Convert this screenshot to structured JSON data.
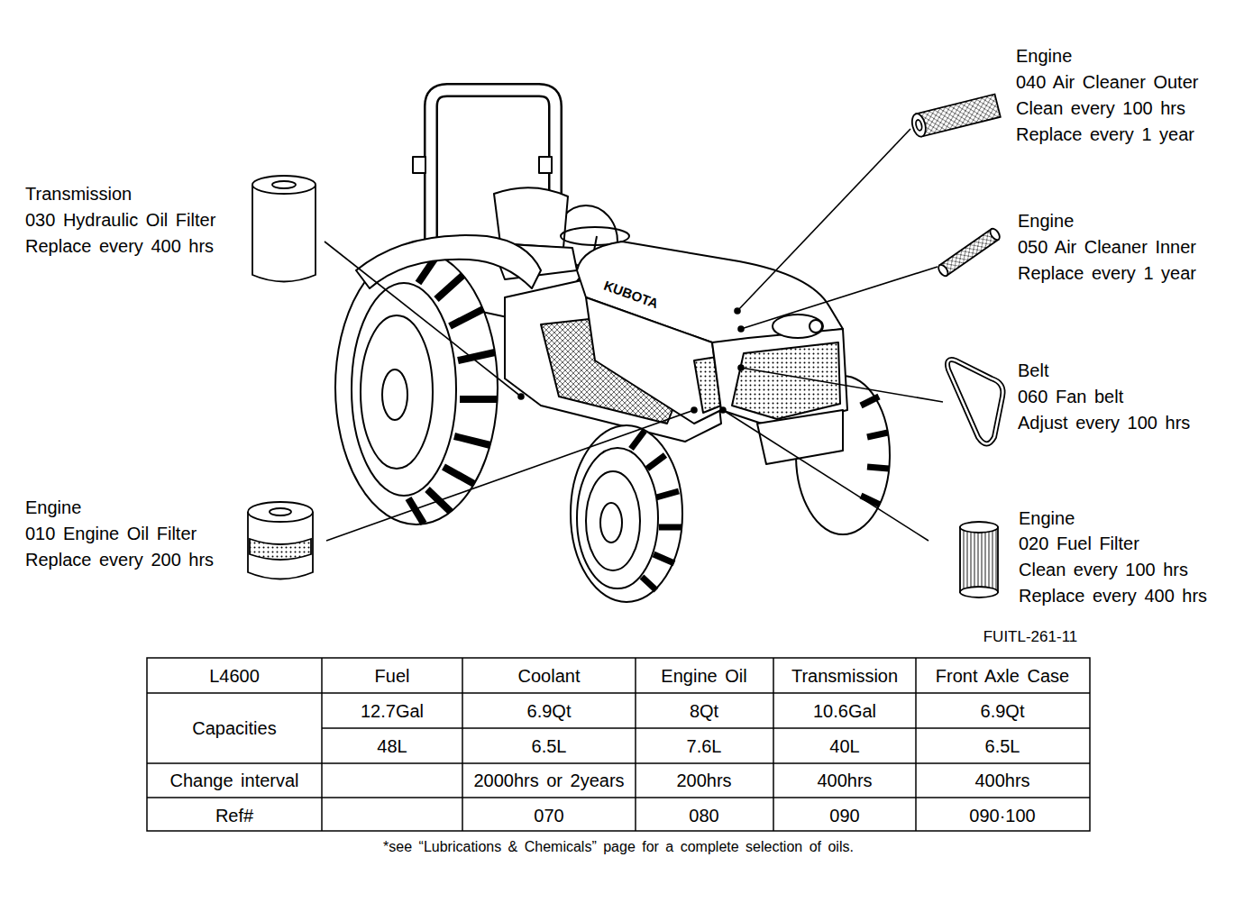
{
  "diagram": {
    "labels": [
      "Engine",
      "040 Air Cleaner Outer",
      "Clean every 100 hrs",
      "Replace every 1 year",
      "Transmission",
      "030 Hydraulic Oil Filter",
      "Replace every 400 hrs",
      "Engine",
      "050 Air Cleaner Inner",
      "Replace every 1 year",
      "KUBOTA",
      "Belt",
      "060 Fan belt",
      "Adjust every 100 hrs",
      "Engine",
      "010 Engine Oil Filter",
      "Replace every 200 hrs",
      "Engine",
      "020 Fuel Filter",
      "Clean every 100 hrs",
      "Replace every 400 hrs",
      "FUITL-261-11",
      "L4600",
      "Fuel",
      "Coolant",
      "Engine Oil",
      "Transmission",
      "Front Axle Case",
      "Capacities",
      "12.7Gal",
      "6.9Qt",
      "8Qt",
      "10.6Gal",
      "6.9Qt",
      "48L",
      "6.5L",
      "7.6L",
      "40L",
      "6.5L",
      "Change interval",
      "2000hrs or 2years",
      "200hrs",
      "400hrs",
      "400hrs",
      "Ref#",
      "070",
      "080",
      "090",
      "090·100",
      "*see “Lubrications & Chemicals” page for a complete selection of oils."
    ]
  }
}
